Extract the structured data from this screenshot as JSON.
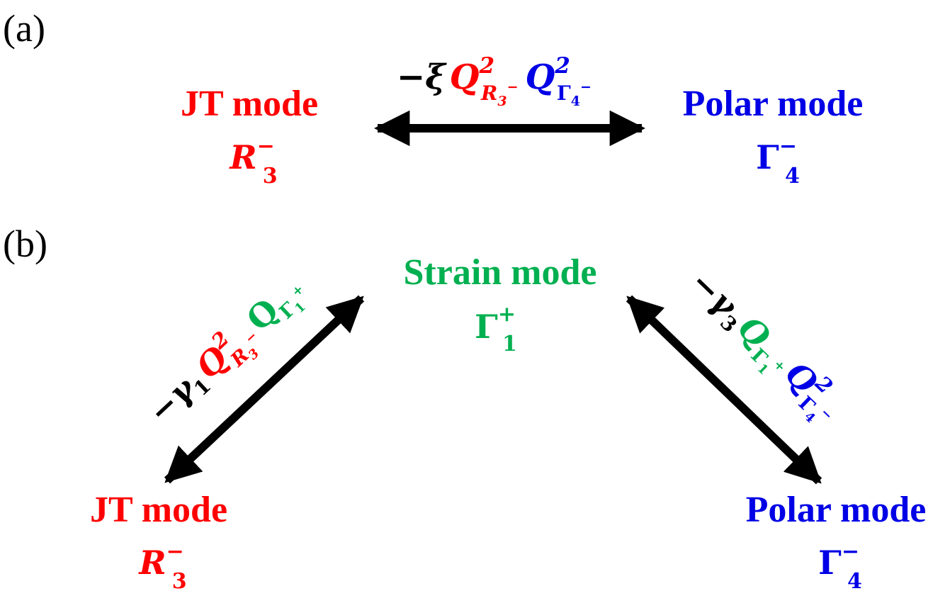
{
  "colors": {
    "red": "#ff0000",
    "blue": "#0000e6",
    "green": "#00b050",
    "black": "#000000"
  },
  "panel_a": {
    "label": "(a)",
    "left_node": {
      "name": "JT mode",
      "irrep": {
        "base": "R",
        "sub": "3",
        "sup": "−"
      }
    },
    "right_node": {
      "name": "Polar mode",
      "irrep": {
        "base": "Γ",
        "sub": "4",
        "sup": "−"
      }
    },
    "coupling": {
      "sign": "−",
      "coef": "ξ",
      "q": "Q",
      "pow": "2",
      "irrep1": {
        "base": "R",
        "sub": "3",
        "sup": "−"
      },
      "irrep2": {
        "base": "Γ",
        "sub": "4",
        "sup": "−"
      }
    }
  },
  "panel_b": {
    "label": "(b)",
    "top_node": {
      "name": "Strain mode",
      "irrep": {
        "base": "Γ",
        "sub": "1",
        "sup": "+"
      }
    },
    "left_node": {
      "name": "JT mode",
      "irrep": {
        "base": "R",
        "sub": "3",
        "sup": "−"
      }
    },
    "right_node": {
      "name": "Polar mode",
      "irrep": {
        "base": "Γ",
        "sub": "4",
        "sup": "−"
      }
    },
    "left_coupling": {
      "sign": "−",
      "coef": "γ",
      "coef_sub": "1",
      "q": "Q",
      "pow": "2",
      "irrep1": {
        "base": "R",
        "sub": "3",
        "sup": "−"
      },
      "irrep2": {
        "base": "Γ",
        "sub": "1",
        "sup": "+"
      }
    },
    "right_coupling": {
      "sign": "−",
      "coef": "γ",
      "coef_sub": "3",
      "q": "Q",
      "pow": "2",
      "irrep1": {
        "base": "Γ",
        "sub": "1",
        "sup": "+"
      },
      "irrep2": {
        "base": "Γ",
        "sub": "4",
        "sup": "−"
      }
    }
  }
}
